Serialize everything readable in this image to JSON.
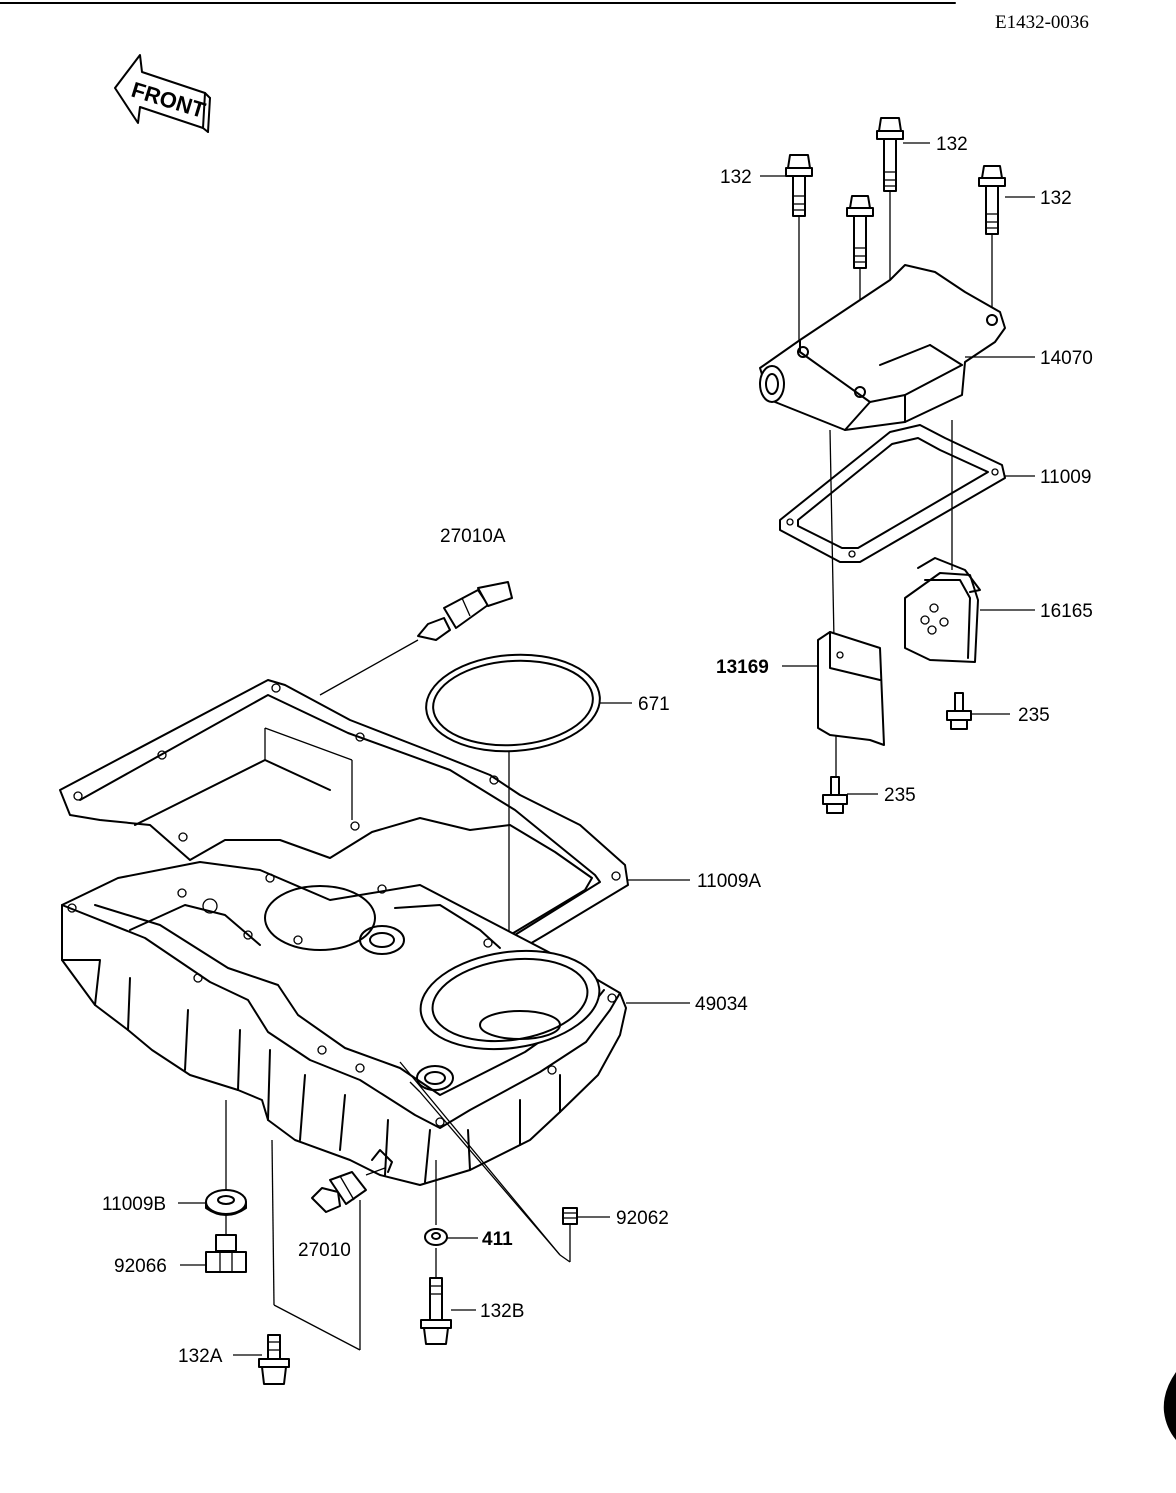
{
  "document": {
    "id": "E1432-0036",
    "direction": "FRONT"
  },
  "parts": {
    "bolt_132_a": "132",
    "bolt_132_b": "132",
    "bolt_132_c": "132",
    "p14070": "14070",
    "p11009": "11009",
    "p16165": "16165",
    "p13169": "13169",
    "p235_a": "235",
    "p235_b": "235",
    "p27010A": "27010A",
    "p671": "671",
    "p11009A": "11009A",
    "p49034": "49034",
    "p11009B": "11009B",
    "p92066": "92066",
    "p27010": "27010",
    "p411": "411",
    "p92062": "92062",
    "p132B": "132B",
    "p132A": "132A"
  }
}
